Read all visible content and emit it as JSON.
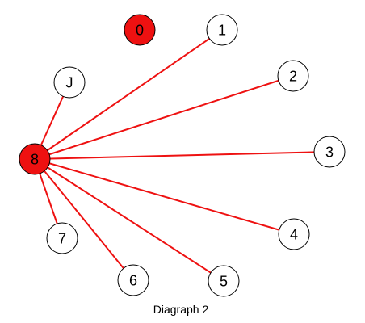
{
  "diagram": {
    "caption": "Diagraph 2",
    "highlight_color": "#ee1111",
    "node_fill_default": "#ffffff",
    "node_stroke": "#000000",
    "edge_color": "#ee1111",
    "nodes": [
      {
        "id": "n0",
        "label": "0",
        "highlighted": true
      },
      {
        "id": "n1",
        "label": "1",
        "highlighted": false
      },
      {
        "id": "n2",
        "label": "2",
        "highlighted": false
      },
      {
        "id": "n3",
        "label": "3",
        "highlighted": false
      },
      {
        "id": "n4",
        "label": "4",
        "highlighted": false
      },
      {
        "id": "n5",
        "label": "5",
        "highlighted": false
      },
      {
        "id": "n6",
        "label": "6",
        "highlighted": false
      },
      {
        "id": "n7",
        "label": "7",
        "highlighted": false
      },
      {
        "id": "n8",
        "label": "8",
        "highlighted": true
      },
      {
        "id": "nJ",
        "label": "J",
        "highlighted": false
      }
    ],
    "edges": [
      {
        "from": "n8",
        "to": "nJ"
      },
      {
        "from": "n8",
        "to": "n1"
      },
      {
        "from": "n8",
        "to": "n2"
      },
      {
        "from": "n8",
        "to": "n3"
      },
      {
        "from": "n8",
        "to": "n4"
      },
      {
        "from": "n8",
        "to": "n5"
      },
      {
        "from": "n8",
        "to": "n6"
      },
      {
        "from": "n8",
        "to": "n7"
      }
    ]
  }
}
